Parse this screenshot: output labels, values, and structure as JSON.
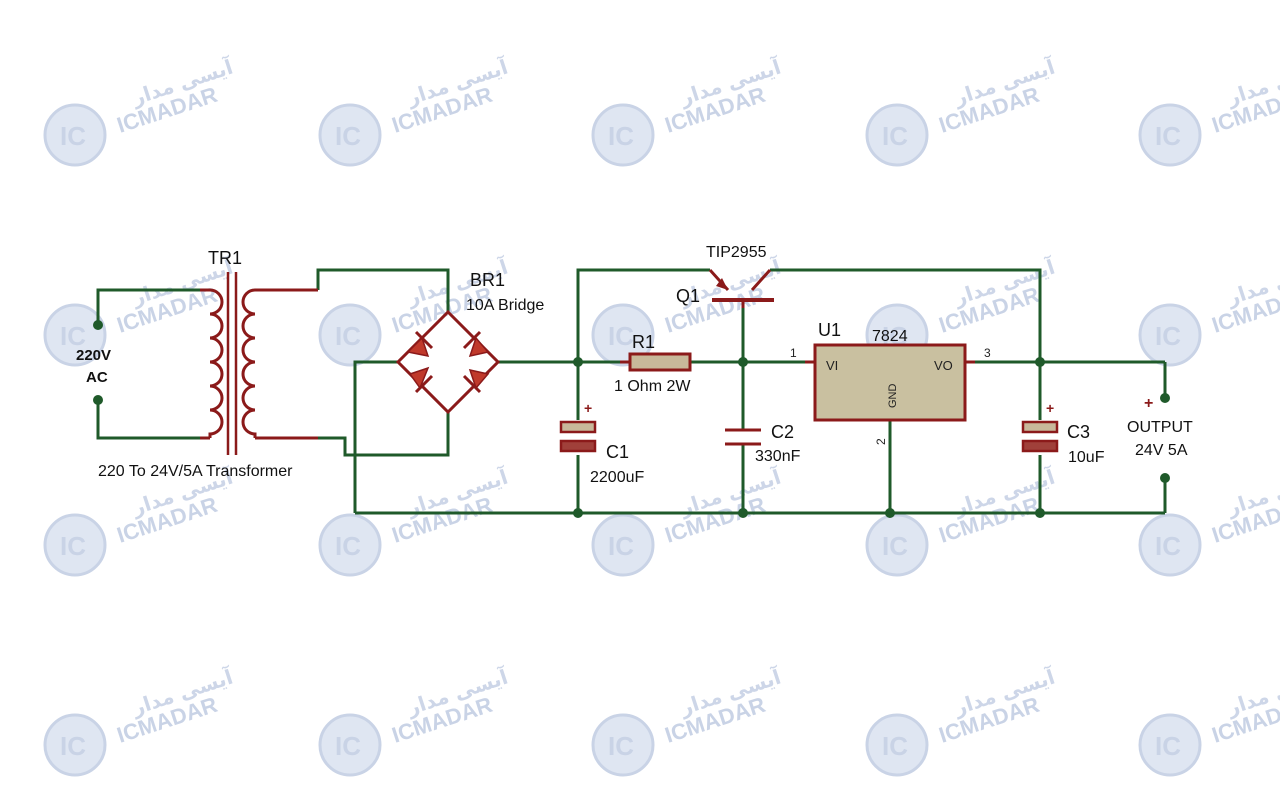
{
  "watermark": {
    "brand_latin": "ICMADAR",
    "brand_persian": "آیسی مدار",
    "logo_letters": "IC",
    "color": "#c9d3e6"
  },
  "colors": {
    "wire": "#1f5a2a",
    "component": "#8b1a1a",
    "component_fill": "#c8b89a",
    "ic_fill": "#c9c0a0",
    "junction": "#1f5a2a"
  },
  "labels": {
    "input_voltage": "220V",
    "input_type": "AC",
    "transformer_ref": "TR1",
    "transformer_desc": "220 To 24V/5A Transformer",
    "bridge_ref": "BR1",
    "bridge_desc": "10A Bridge",
    "transistor_part": "TIP2955",
    "transistor_ref": "Q1",
    "resistor_ref": "R1",
    "resistor_value": "1 Ohm 2W",
    "c1_ref": "C1",
    "c1_value": "2200uF",
    "c2_ref": "C2",
    "c2_value": "330nF",
    "c3_ref": "C3",
    "c3_value": "10uF",
    "regulator_ref": "U1",
    "regulator_part": "7824",
    "pin_vi": "VI",
    "pin_vo": "VO",
    "pin_gnd": "GND",
    "pin1": "1",
    "pin2": "2",
    "pin3": "3",
    "plus": "+",
    "output_label": "OUTPUT",
    "output_spec": "24V 5A"
  }
}
